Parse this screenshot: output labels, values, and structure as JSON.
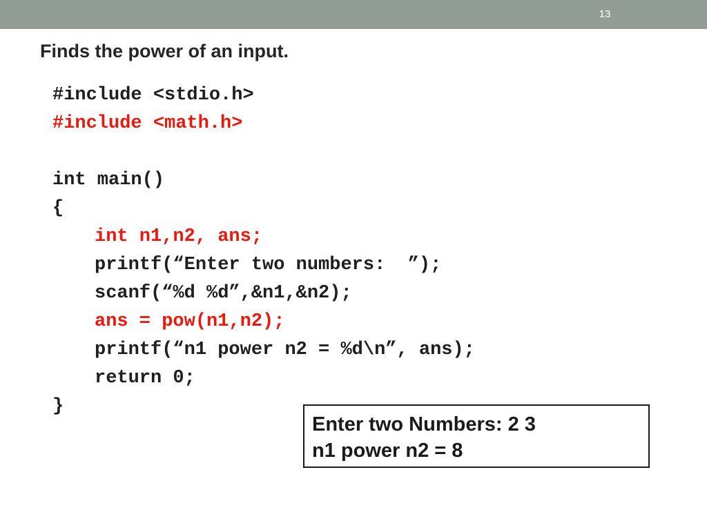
{
  "slide": {
    "number": "13",
    "title": "Finds the power of an input."
  },
  "code": {
    "lines": [
      "#include <stdio.h>",
      "#include <math.h>",
      "",
      "int main()",
      "{",
      "int n1,n2, ans;",
      "printf(“Enter two numbers:  ”);",
      "scanf(“%d %d”,&n1,&n2);",
      "ans = pow(n1,n2);",
      "printf(“n1 power n2 = %d\\n”, ans);",
      "return 0;",
      "}"
    ]
  },
  "output": {
    "lines": [
      "Enter two Numbers: 2 3",
      "n1 power n2 = 8"
    ]
  },
  "colors": {
    "top_bar": "#929d96",
    "highlight_red": "#e8190f",
    "text": "#1f1f1f"
  }
}
